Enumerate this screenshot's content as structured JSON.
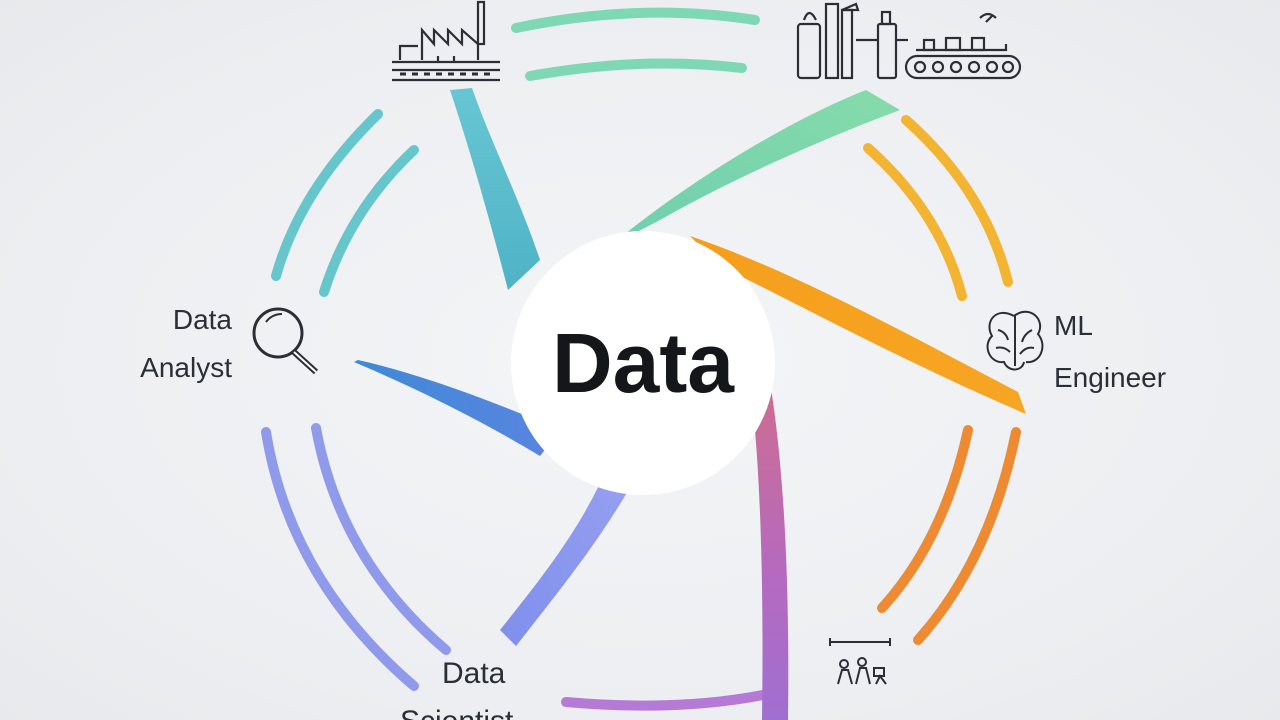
{
  "center": {
    "label": "Data"
  },
  "roles": {
    "analyst": {
      "line1": "Data",
      "line2": "Analyst"
    },
    "ml": {
      "line1": "ML",
      "line2": "Engineer"
    },
    "scientist": {
      "line1": "Data",
      "line2": "Scientist"
    }
  },
  "icons": {
    "factory": "factory-icon",
    "industrial_plant": "industrial-plant-icon",
    "conveyor": "conveyor-belt-icon",
    "magnifier": "magnifying-glass-icon",
    "brain": "brain-icon",
    "robot_team": "robot-team-icon"
  },
  "colors": {
    "teal": "#5cc2c9",
    "mint": "#7fd6ad",
    "amber": "#f2a23a",
    "gold": "#f2b431",
    "orange": "#ee8a32",
    "magenta": "#c36fb8",
    "purple": "#a67ad6",
    "periwinkle": "#8b95ee",
    "blue": "#4d8fd6",
    "lavender": "#8f9bea"
  }
}
